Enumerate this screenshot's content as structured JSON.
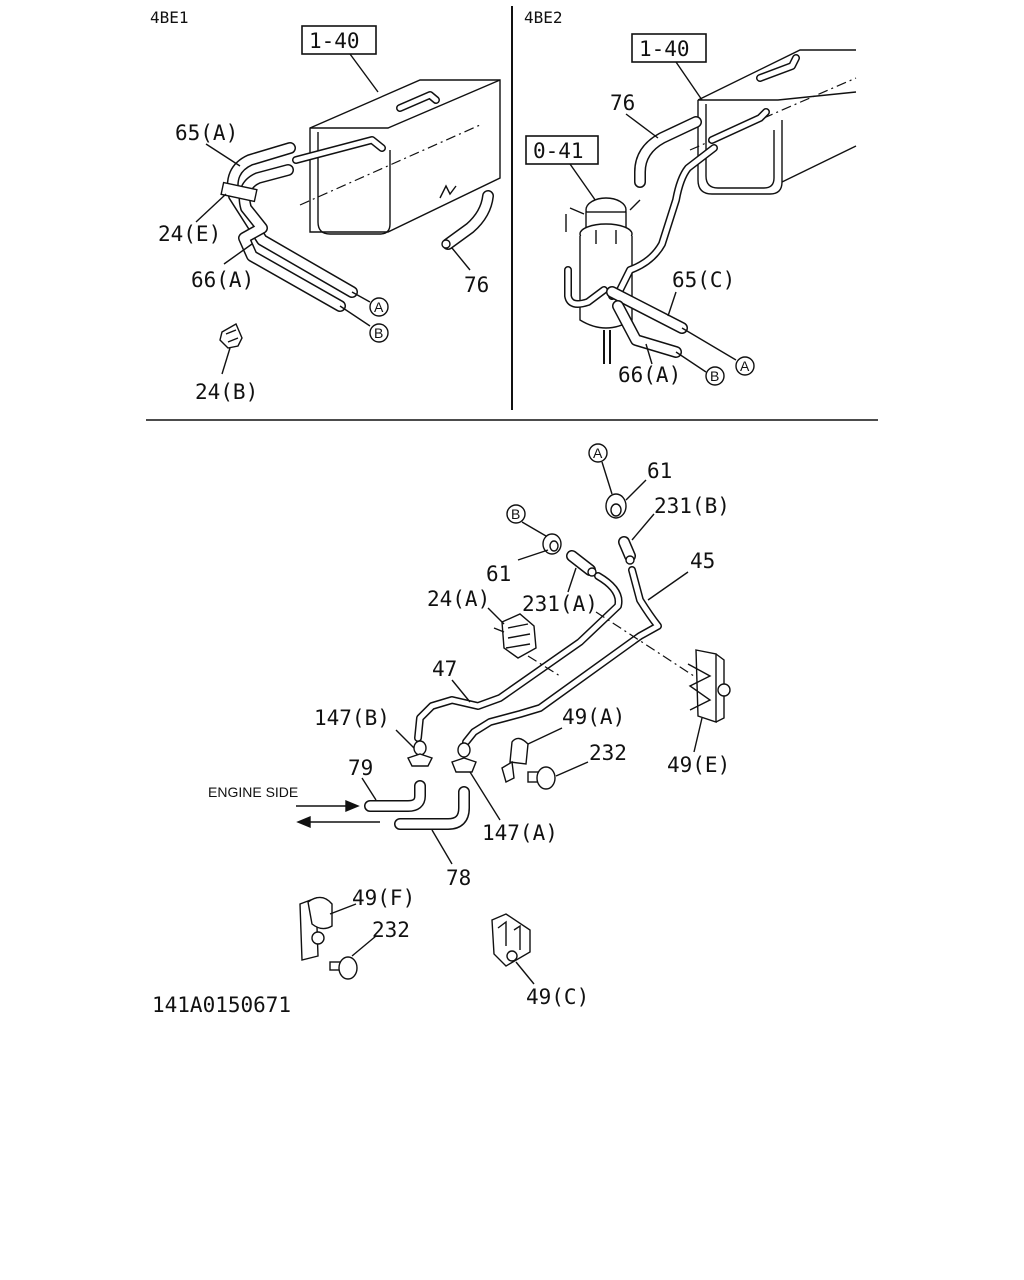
{
  "headers": {
    "left": "4BE1",
    "right": "4BE2"
  },
  "refs": {
    "ref_1_40": "1-40",
    "ref_0_41": "0-41"
  },
  "circle_marks": {
    "a": "A",
    "b": "B"
  },
  "labels": {
    "l65a": "65(A)",
    "l24e": "24(E)",
    "l66a": "66(A)",
    "l76": "76",
    "l24b": "24(B)",
    "l65c": "65(C)",
    "l61": "61",
    "l231b": "231(B)",
    "l231a": "231(A)",
    "l45": "45",
    "l24a": "24(A)",
    "l47": "47",
    "l147b": "147(B)",
    "l49a": "49(A)",
    "l232": "232",
    "l49e": "49(E)",
    "l79": "79",
    "l147a": "147(A)",
    "l78": "78",
    "l49f": "49(F)",
    "l49c": "49(C)"
  },
  "engine_side": "ENGINE SIDE",
  "figure_code": "141A0150671"
}
